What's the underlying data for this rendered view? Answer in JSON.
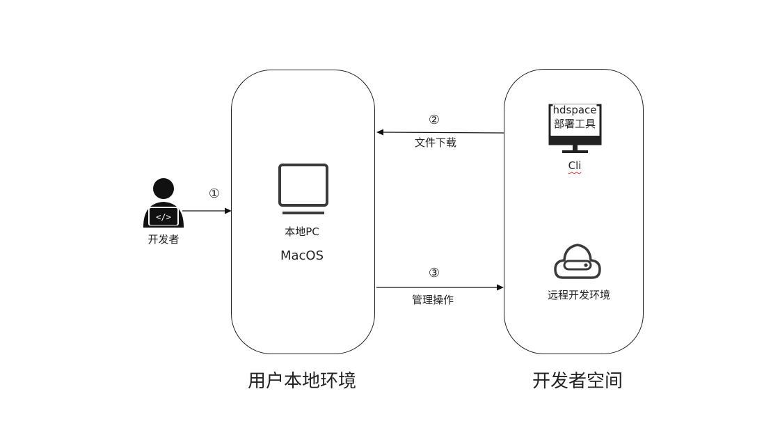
{
  "developer": {
    "label": "开发者"
  },
  "arrows": {
    "a1": {
      "step": "①"
    },
    "a2": {
      "step": "②",
      "label": "文件下载"
    },
    "a3": {
      "step": "③",
      "label": "管理操作"
    }
  },
  "local": {
    "pc_label": "本地PC",
    "os_label": "MacOS",
    "title": "用户本地环境"
  },
  "remote": {
    "tool_screen_line1": "hdspace",
    "tool_screen_line2": "部署工具",
    "tool_label": "Cli",
    "cloud_label": "远程开发环境",
    "title": "开发者空间"
  }
}
